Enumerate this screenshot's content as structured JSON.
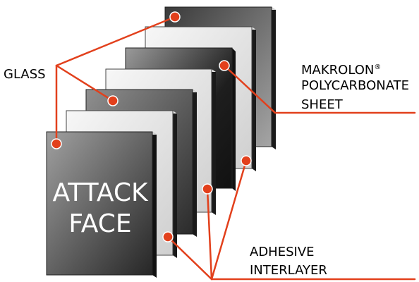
{
  "labels": {
    "glass": "GLASS",
    "makrolon": "MAKROLON",
    "makrolon_mark": "®",
    "polycarbonate": "POLYCARBONATE",
    "sheet": "SHEET",
    "adhesive": "ADHESIVE",
    "interlayer": "INTERLAYER",
    "attack": "ATTACK",
    "face": "FACE"
  },
  "colors": {
    "leader": "#e2401c",
    "dot": "#e2401c",
    "glass_light": "#8f8f8f",
    "glass_dark": "#2a2a2a",
    "interlayer": "#efefef"
  }
}
